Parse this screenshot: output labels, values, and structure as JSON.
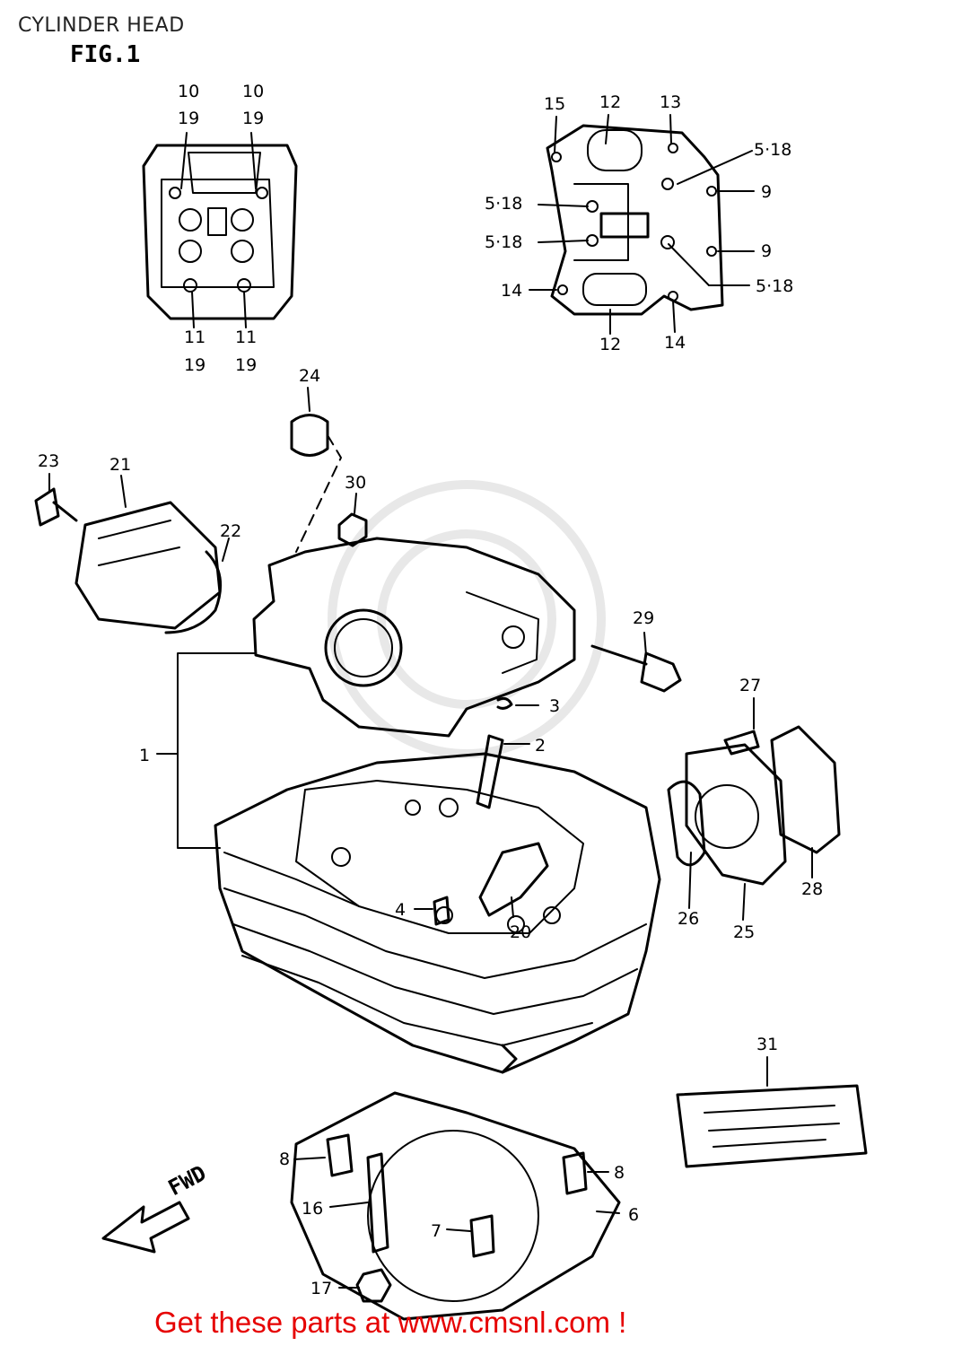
{
  "header": {
    "title": "CYLINDER HEAD",
    "figure": "FIG.1"
  },
  "footer": {
    "text": "Get these parts at www.cmsnl.com !"
  },
  "diagram": {
    "callouts": [
      "10",
      "19",
      "10",
      "19",
      "11",
      "19",
      "11",
      "19",
      "15",
      "12",
      "13",
      "5·18",
      "5·18",
      "9",
      "5·18",
      "9",
      "14",
      "5·18",
      "12",
      "14",
      "24",
      "23",
      "21",
      "22",
      "30",
      "29",
      "27",
      "3",
      "1",
      "2",
      "4",
      "20",
      "26",
      "25",
      "28",
      "31",
      "8",
      "16",
      "8",
      "6",
      "7",
      "17"
    ],
    "fwd_label": "FWD"
  },
  "colors": {
    "footer": "#e60000",
    "ink": "#000000"
  }
}
